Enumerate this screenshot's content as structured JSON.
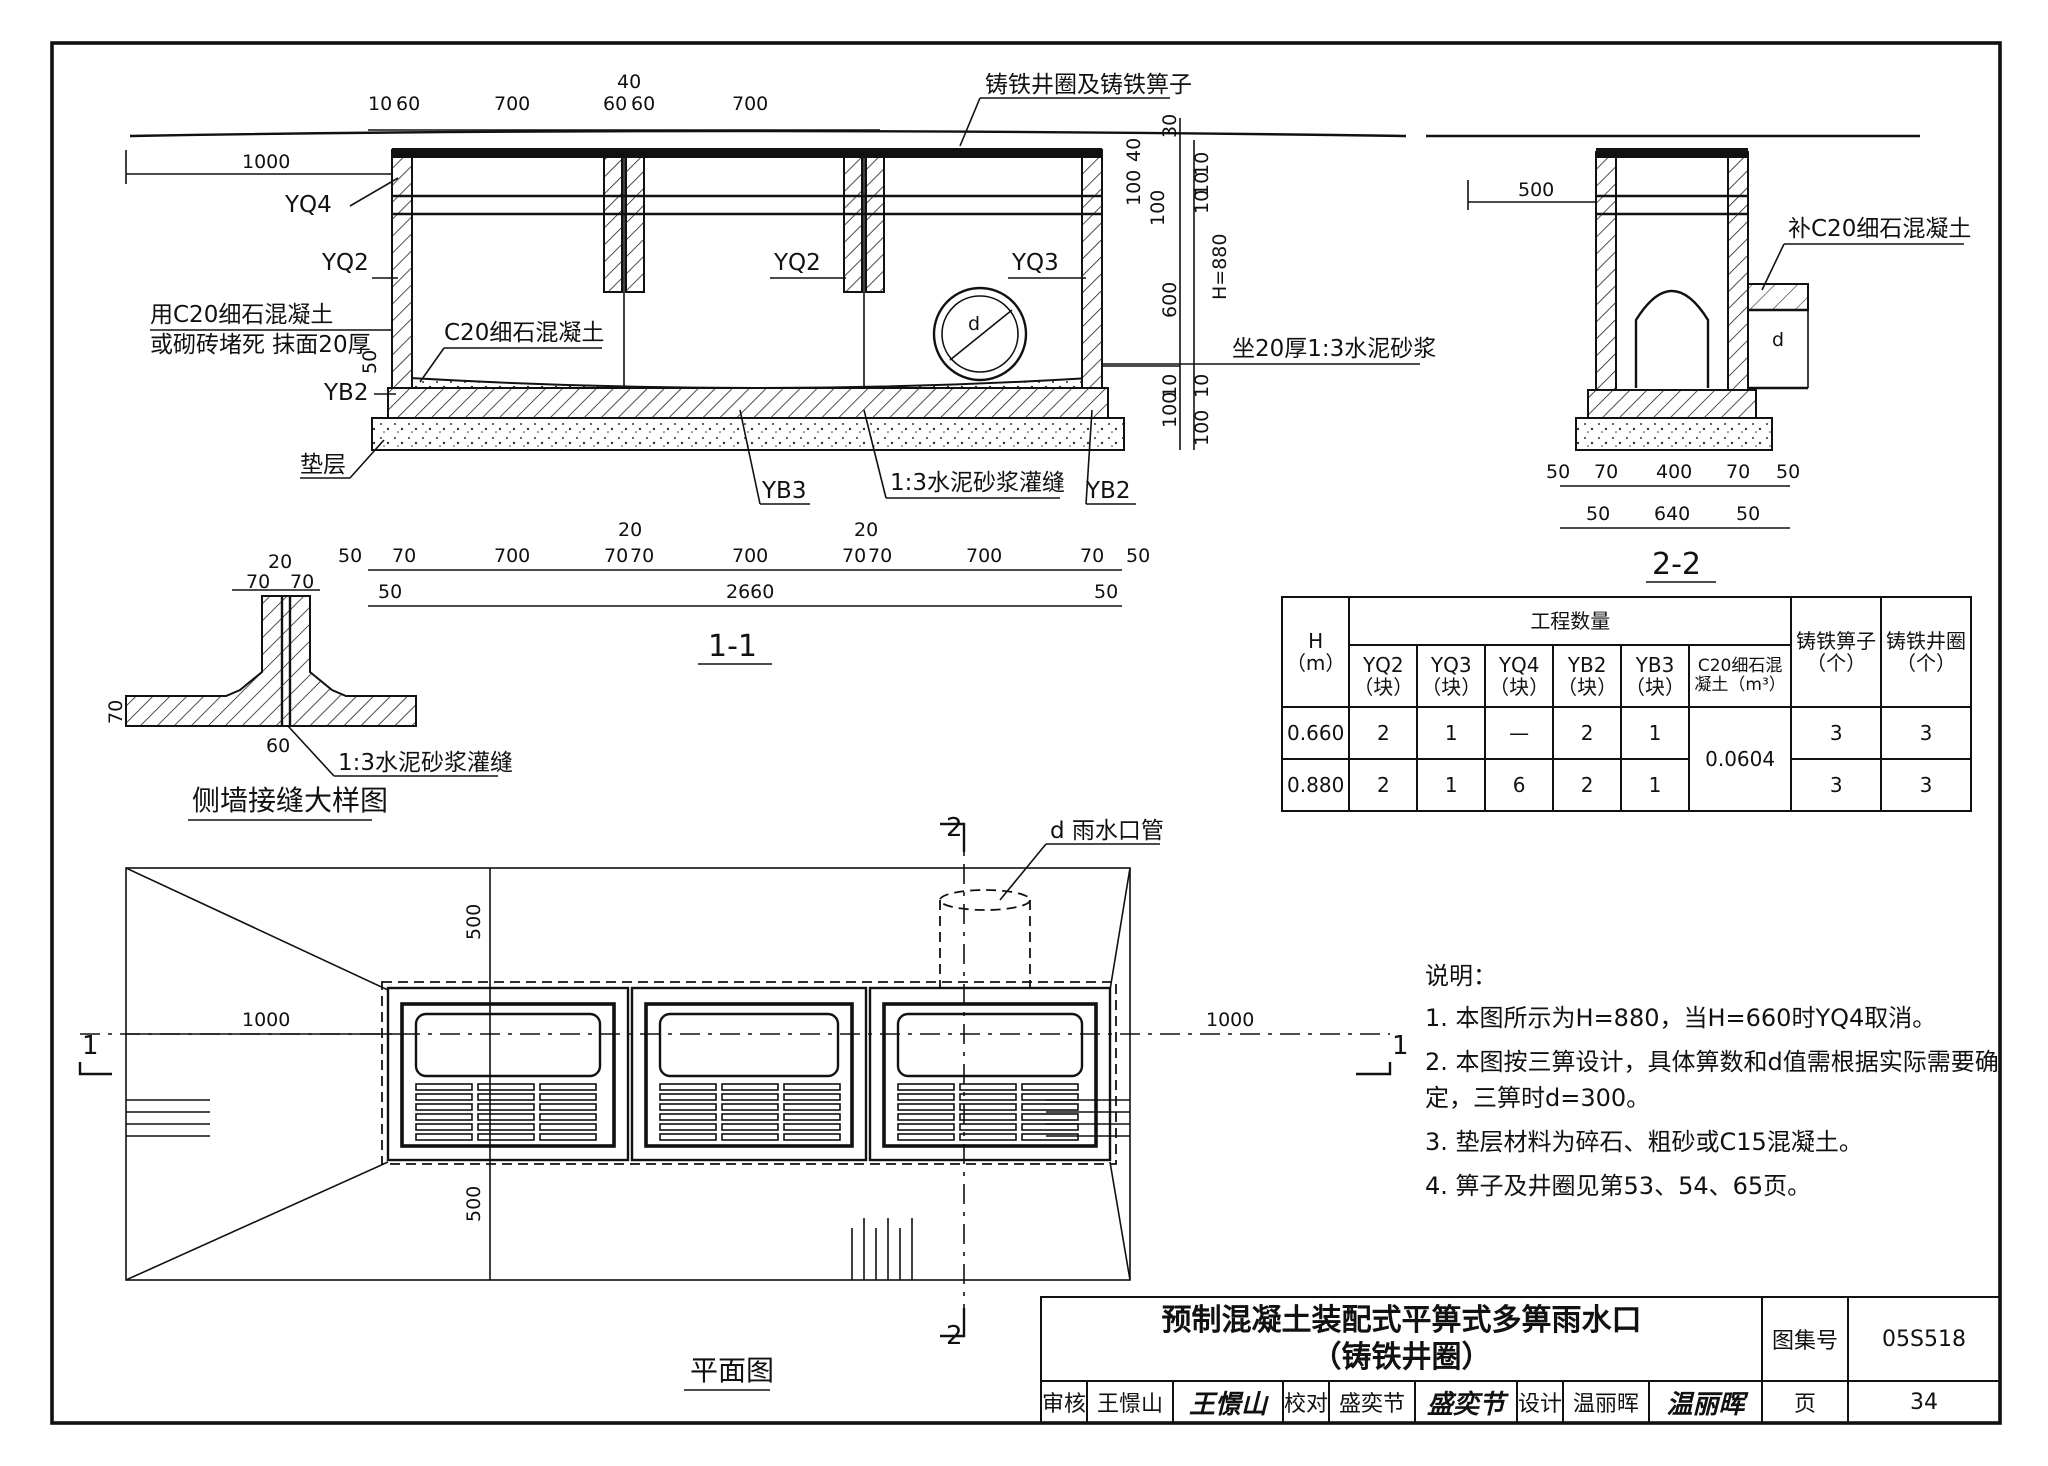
{
  "section_1_1": {
    "title": "1-1",
    "top_dims": [
      "10",
      "60",
      "700",
      "40",
      "60",
      "60",
      "700"
    ],
    "left_dim": "1000",
    "right_dims": [
      "30",
      "40",
      "100",
      "100",
      "10",
      "10",
      "10",
      "H=880",
      "600",
      "10",
      "10",
      "100",
      "100"
    ],
    "labels": {
      "grate": "铸铁井圈及铸铁箅子",
      "yq4": "YQ4",
      "yq2_left": "YQ2",
      "yq2_mid": "YQ2",
      "yq3": "YQ3",
      "plug_line1": "用C20细石混凝土",
      "plug_line2": "或砌砖堵死  抹面20厚",
      "fill_concrete": "C20细石混凝土",
      "mortar_bed": "坐20厚1:3水泥砂浆",
      "yb2_left": "YB2",
      "yb2_right": "YB2",
      "yb3": "YB3",
      "cushion": "垫层",
      "grout_joint": "1:3水泥砂浆灌缝",
      "pipe_d": "d",
      "dim_50": "50"
    },
    "bottom_dims_row1": [
      "50",
      "70",
      "700",
      "20",
      "70",
      "70",
      "700",
      "20",
      "70",
      "70",
      "700",
      "70",
      "50"
    ],
    "bottom_dims_row2": [
      "50",
      "2660",
      "50"
    ]
  },
  "section_2_2": {
    "title": "2-2",
    "left_dim": "500",
    "fill_label": "补C20细石混凝土",
    "pipe_d": "d",
    "bottom_dims_row1": [
      "50",
      "70",
      "400",
      "70",
      "50"
    ],
    "bottom_dims_row2": [
      "50",
      "640",
      "50"
    ]
  },
  "joint_detail": {
    "title": "侧墙接缝大样图",
    "dims_top": [
      "20",
      "70",
      "70"
    ],
    "dim_left": "70",
    "dim_bottom": "60",
    "grout_label": "1:3水泥砂浆灌缝"
  },
  "quantity_table": {
    "header_group": "工程数量",
    "col_h": "H",
    "col_h_unit": "（m）",
    "columns": [
      {
        "name": "YQ2",
        "unit": "（块）"
      },
      {
        "name": "YQ3",
        "unit": "（块）"
      },
      {
        "name": "YQ4",
        "unit": "（块）"
      },
      {
        "name": "YB2",
        "unit": "（块）"
      },
      {
        "name": "YB3",
        "unit": "（块）"
      },
      {
        "name": "C20细石混",
        "unit": "凝土（m³）"
      }
    ],
    "col_grate": "铸铁箅子",
    "col_grate_unit": "（个）",
    "col_ring": "铸铁井圈",
    "col_ring_unit": "（个）",
    "rows": [
      {
        "h": "0.660",
        "yq2": "2",
        "yq3": "1",
        "yq4": "—",
        "yb2": "2",
        "yb3": "1",
        "grate": "3",
        "ring": "3"
      },
      {
        "h": "0.880",
        "yq2": "2",
        "yq3": "1",
        "yq4": "6",
        "yb2": "2",
        "yb3": "1",
        "grate": "3",
        "ring": "3"
      }
    ],
    "concrete_value": "0.0604"
  },
  "plan": {
    "title": "平面图",
    "pipe_label": "d  雨水口管",
    "cut_1": "1",
    "cut_2": "2",
    "dim_left": "1000",
    "dim_right": "1000",
    "dim_top": "500",
    "dim_bottom": "500"
  },
  "notes": {
    "title": "说明：",
    "items": [
      "1. 本图所示为H=880，当H=660时YQ4取消。",
      "2. 本图按三箅设计，具体箅数和d值需根据实际需要确定，三箅时d=300。",
      "3. 垫层材料为碎石、粗砂或C15混凝土。",
      "4. 箅子及井圈见第53、54、65页。"
    ]
  },
  "title_block": {
    "title_line1": "预制混凝土装配式平箅式多箅雨水口",
    "title_line2": "（铸铁井圈）",
    "atlas_label": "图集号",
    "atlas_no": "05S518",
    "page_label": "页",
    "page_no": "34",
    "review_label": "审核",
    "review_name": "王憬山",
    "review_sig": "王憬山",
    "check_label": "校对",
    "check_name": "盛奕节",
    "check_sig": "盛奕节",
    "design_label": "设计",
    "design_name": "温丽晖",
    "design_sig": "温丽晖"
  }
}
